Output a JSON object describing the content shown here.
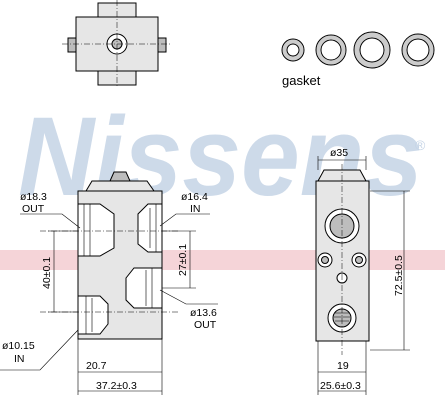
{
  "watermark": {
    "brand": "Nissens",
    "registered": "®"
  },
  "gasket": {
    "label": "gasket",
    "ring_count": 4
  },
  "dimensions": {
    "out_diameter_top": "ø18.3",
    "out_label_top": "OUT",
    "in_diameter_top": "ø16.4",
    "in_label_top": "IN",
    "height_40": "40±0.1",
    "height_27": "27±0.1",
    "out_diameter_bottom": "ø13.6",
    "out_label_bottom": "OUT",
    "in_diameter_bottom": "ø10.15",
    "in_label_bottom": "IN",
    "width_20_7": "20.7",
    "width_37_2": "37.2±0.3",
    "diameter_35": "ø35",
    "height_72_5": "72.5±0.5",
    "width_19": "19",
    "width_25_6": "25.6±0.3"
  }
}
